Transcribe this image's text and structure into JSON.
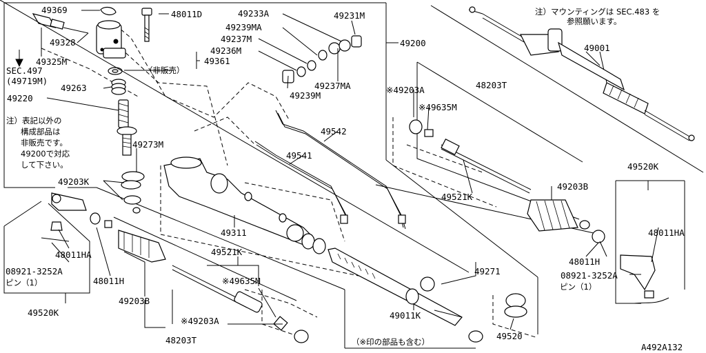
{
  "diagram": {
    "code": "A492A132",
    "notes": {
      "top_right_l1": "注）マウンティングは SEC.483 を",
      "top_right_l2": "参照願います。",
      "left_l1": "注）表記以外の",
      "left_l2": "構成部品は",
      "left_l3": "非販売です。",
      "left_l4": "49200で対応",
      "left_l5": "して下さい。"
    },
    "labels": {
      "p49369": "49369",
      "p48011D": "48011D",
      "p49233A": "49233A",
      "p49231M": "49231M",
      "p49239MA": "49239MA",
      "p49237M": "49237M",
      "p49236M": "49236M",
      "p49328": "49328",
      "p49325M": "49325M",
      "sec497": "SEC.497",
      "sec497_sub": "(49719M)",
      "p49361": "49361",
      "hihanbai": "（非販売）",
      "p49220": "49220",
      "p49263": "49263",
      "p49239M": "49239M",
      "p49237MA": "49237MA",
      "p49200": "49200",
      "p49001": "49001",
      "p49203A_top": "※49203A",
      "p48203T_top": "48203T",
      "p49635M_top": "※49635M",
      "p49542": "49542",
      "p49541": "49541",
      "p49273M": "49273M",
      "p49203K": "49203K",
      "p49521K_r": "49521K",
      "p49203B_r": "49203B",
      "p49520K_r": "49520K",
      "p48011HA_r": "48011HA",
      "p48011H_r": "48011H",
      "pin_r": "08921-3252A",
      "pin_r_sub": "ピン（1）",
      "p49311": "49311",
      "p49521K_b": "49521K",
      "p49635M_b": "※49635M",
      "p49271": "49271",
      "p48011HA_l": "48011HA",
      "pin_l": "08921-3252A",
      "pin_l_sub": "ピン（1）",
      "p48011H_l": "48011H",
      "p49203B_b": "49203B",
      "p49203A_b": "※49203A",
      "p49520K_l": "49520K",
      "p48203T_b": "48203T",
      "p49011K": "49011K",
      "p49011K_sub": "（※印の部品も含む）",
      "p49520": "49520"
    }
  }
}
